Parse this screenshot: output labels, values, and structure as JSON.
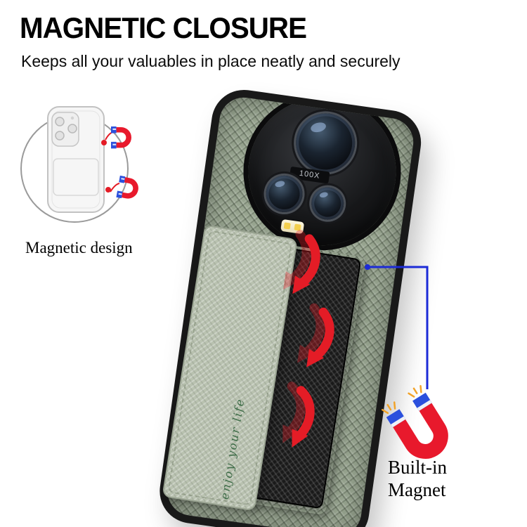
{
  "header": {
    "title": "MAGNETIC CLOSURE",
    "subtitle": "Keeps all your valuables in place neatly and securely"
  },
  "figure": {
    "label": "Magnetic design"
  },
  "product": {
    "camera_zoom_label": "100X",
    "card_script_text": "enjoy your life"
  },
  "callout": {
    "built_in_line1": "Built-in",
    "built_in_line2": "Magnet"
  },
  "icons": {
    "horseshoe_magnet": "U-shaped red magnet with blue striped tips",
    "mini_magnet": "small horseshoe magnet on sketch",
    "pull_arrows": "thick red curved arrows showing card pull direction",
    "sparks": "orange spark lines above magnet tips",
    "annotation_line": "blue elbow pointer line"
  },
  "colors": {
    "case_green": "#97a48f",
    "flap_sage": "#b9c2b0",
    "carbon_black": "#1a1a1a",
    "arrow_red": "#e41c26",
    "annotation_blue": "#1c2bd7",
    "magnet_red": "#e8192c",
    "magnet_blue": "#2b50dd",
    "spark_orange": "#f1a32a",
    "script_green": "#3c6b46"
  }
}
